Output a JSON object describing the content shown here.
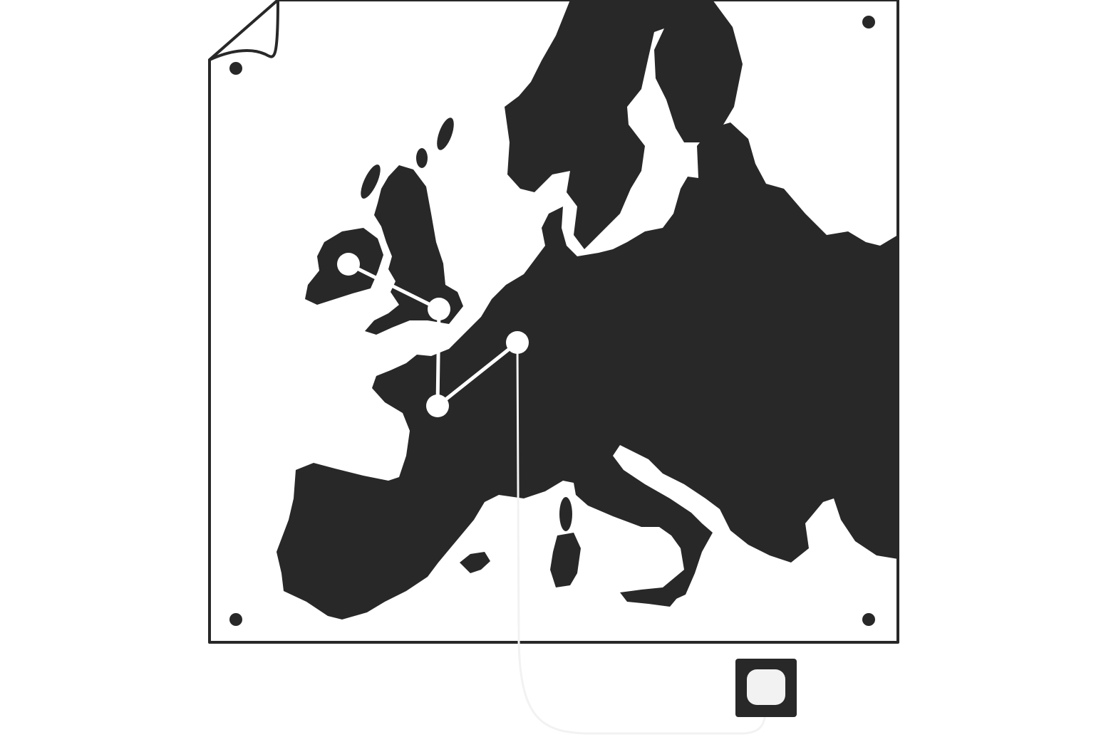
{
  "illustration": {
    "subject": "europe-map-with-route",
    "colors": {
      "land": "#282828",
      "paper": "#ffffff",
      "border": "#282828",
      "route": "#ffffff"
    },
    "route_points": [
      "ireland",
      "britain",
      "france-west",
      "germany"
    ],
    "icons": [
      "folded-corner-icon",
      "pin-icon",
      "power-outlet-icon",
      "plug-cable-icon"
    ]
  }
}
